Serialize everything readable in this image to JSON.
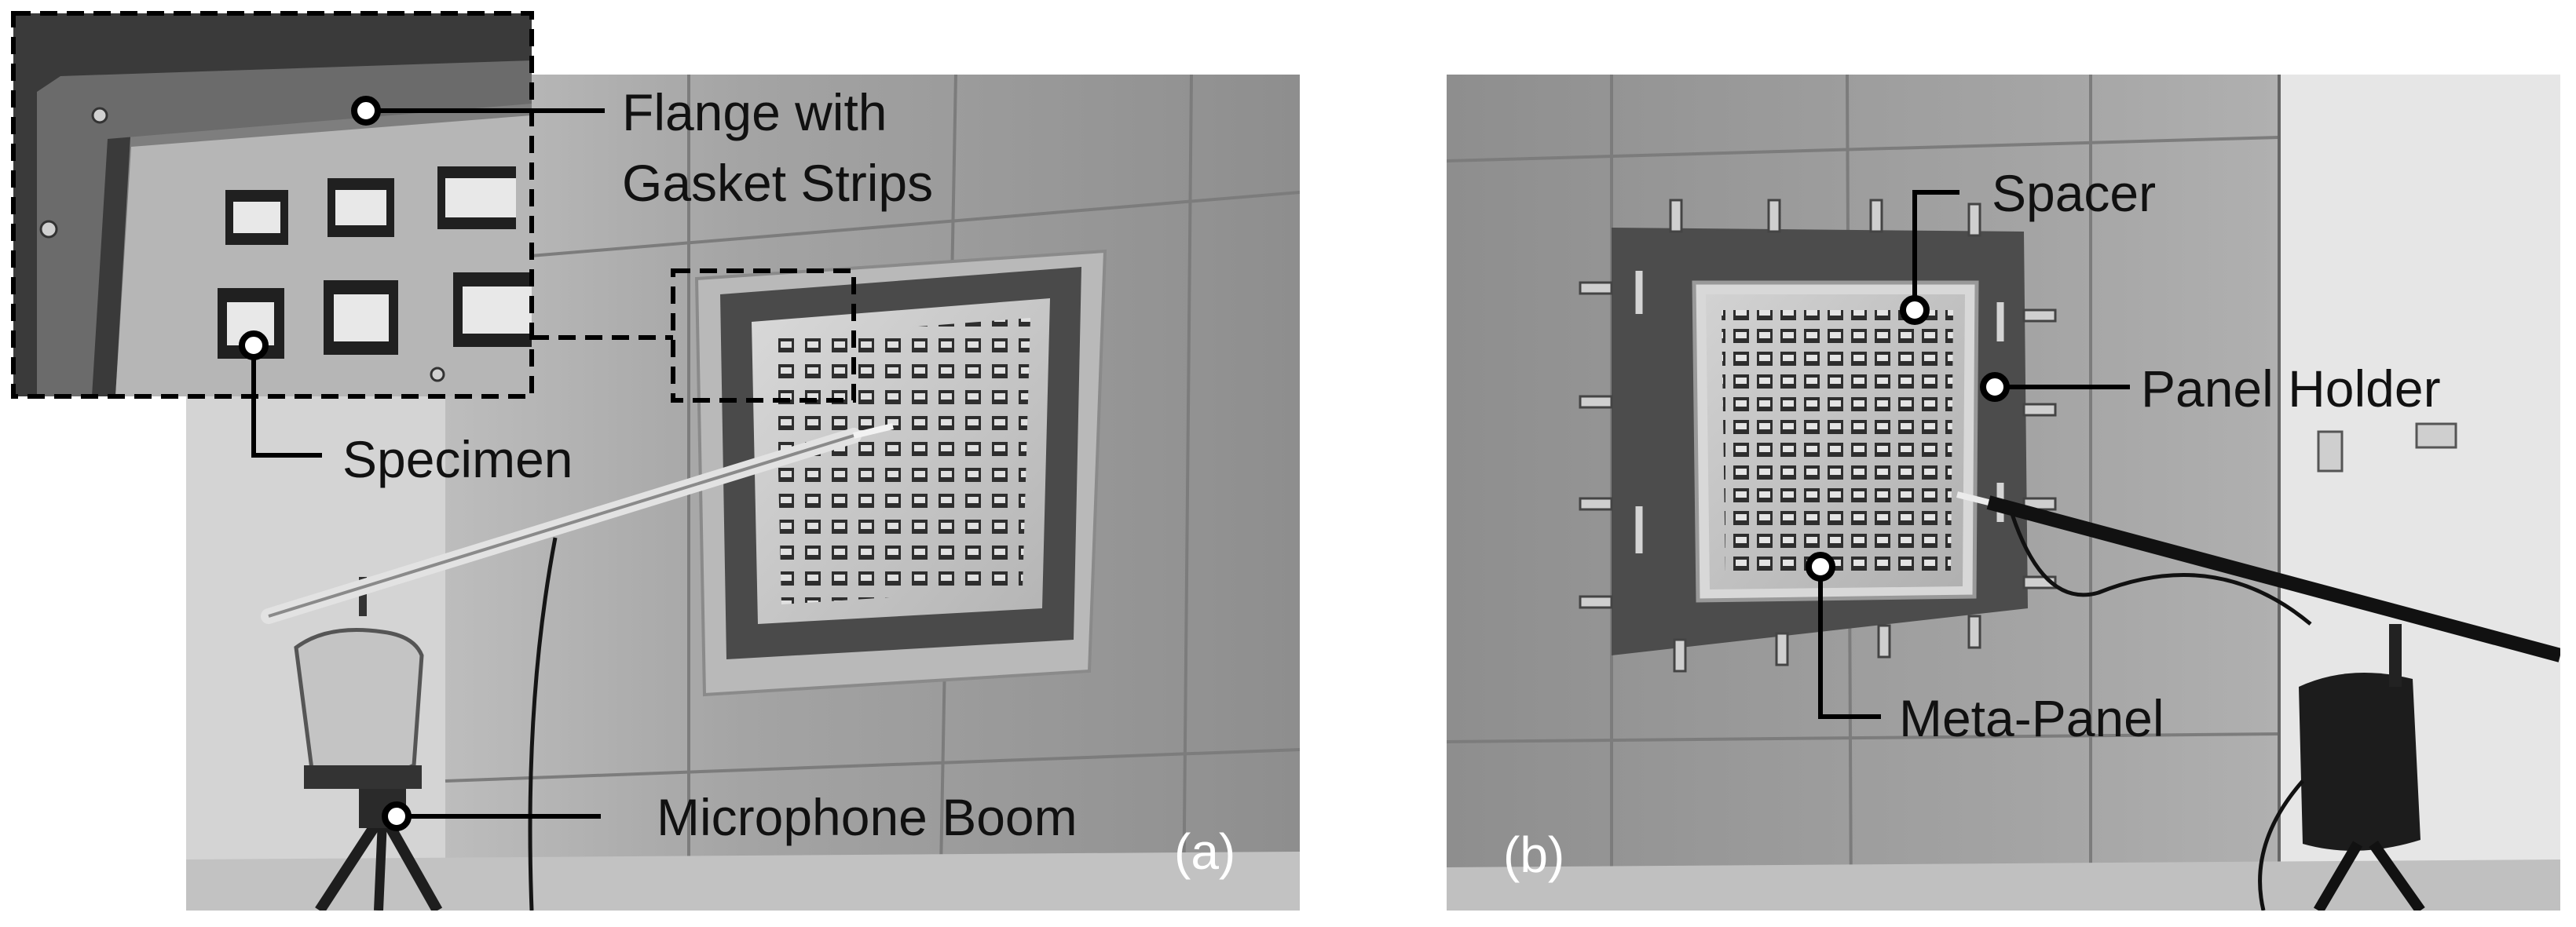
{
  "figure": {
    "panel_a": {
      "letter": "(a)",
      "labels": {
        "flange": "Flange with",
        "gasket": "Gasket Strips",
        "specimen": "Specimen",
        "boom": "Microphone Boom"
      }
    },
    "panel_b": {
      "letter": "(b)",
      "labels": {
        "spacer": "Spacer",
        "holder": "Panel Holder",
        "meta": "Meta-Panel"
      }
    }
  },
  "colors": {
    "wall": "#9c9c9c",
    "floor": "#b8b8b8",
    "frame_dark": "#4e4e4e",
    "panel_metal": "#c8c8c8",
    "text": "#111111",
    "marker_fill": "#ffffff",
    "marker_stroke": "#000000"
  }
}
